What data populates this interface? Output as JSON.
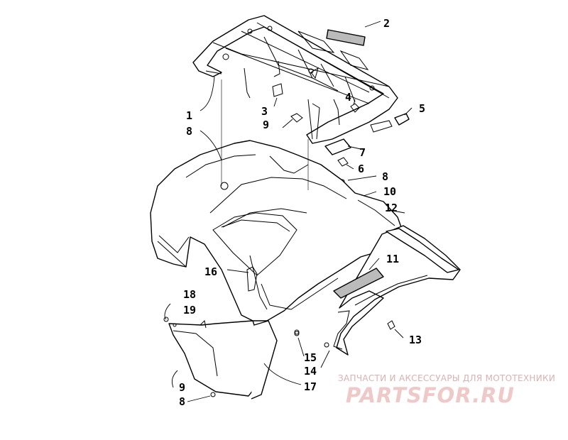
{
  "callouts": [
    {
      "id": "c1",
      "text": "1"
    },
    {
      "id": "c2",
      "text": "2"
    },
    {
      "id": "c3",
      "text": "3"
    },
    {
      "id": "c4",
      "text": "4"
    },
    {
      "id": "c5",
      "text": "5"
    },
    {
      "id": "c6",
      "text": "6"
    },
    {
      "id": "c7",
      "text": "7"
    },
    {
      "id": "c8a",
      "text": "8"
    },
    {
      "id": "c8b",
      "text": "8"
    },
    {
      "id": "c8c",
      "text": "8"
    },
    {
      "id": "c9a",
      "text": "9"
    },
    {
      "id": "c9b",
      "text": "9"
    },
    {
      "id": "c10",
      "text": "10"
    },
    {
      "id": "c11",
      "text": "11"
    },
    {
      "id": "c12",
      "text": "12"
    },
    {
      "id": "c13",
      "text": "13"
    },
    {
      "id": "c14",
      "text": "14"
    },
    {
      "id": "c15",
      "text": "15"
    },
    {
      "id": "c16",
      "text": "16"
    },
    {
      "id": "c17",
      "text": "17"
    },
    {
      "id": "c18",
      "text": "18"
    },
    {
      "id": "c19",
      "text": "19"
    }
  ],
  "watermark": {
    "caption": "ЗАПЧАСТИ И АКСЕССУАРЫ ДЛЯ МОТОТЕХНИКИ",
    "logo": "PARTSFOR.RU",
    "color": "#e8b9b9"
  }
}
